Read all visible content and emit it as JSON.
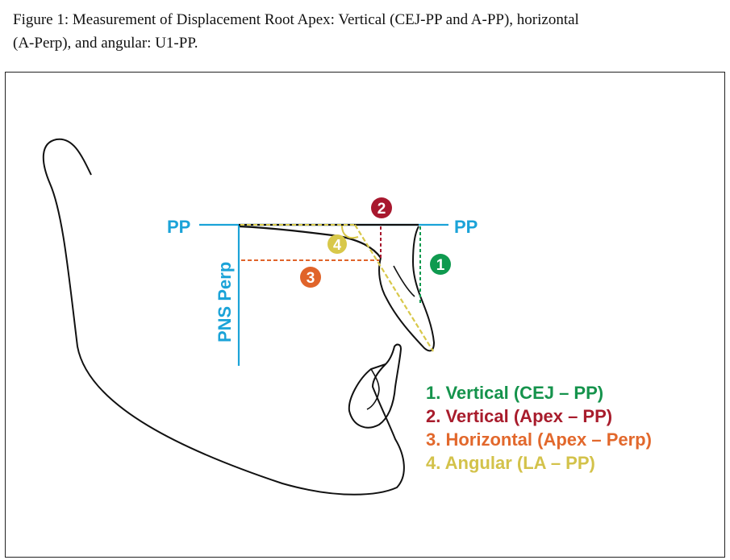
{
  "caption": {
    "line1": "Figure 1: Measurement of Displacement Root Apex: Vertical (CEJ-PP and A-PP), horizontal",
    "line2": "(A-Perp), and angular: U1-PP."
  },
  "diagram": {
    "pp_label_left": "PP",
    "pp_label_right": "PP",
    "pns_perp_label": "PNS Perp",
    "markers": [
      {
        "number": "1",
        "color": "#0f9a4f"
      },
      {
        "number": "2",
        "color": "#a8182e"
      },
      {
        "number": "3",
        "color": "#e0642a"
      },
      {
        "number": "4",
        "color": "#d8c84a"
      }
    ],
    "legend": [
      {
        "text": "1. Vertical (CEJ – PP)",
        "color": "#15934c"
      },
      {
        "text": "2. Vertical (Apex – PP)",
        "color": "#a81c2c"
      },
      {
        "text": "3. Horizontal (Apex – Perp)",
        "color": "#e2682c"
      },
      {
        "text": "4. Angular (LA – PP)",
        "color": "#d3c24a"
      }
    ],
    "colors": {
      "reference_line": "#1ba3d8",
      "outline": "#111111"
    }
  }
}
